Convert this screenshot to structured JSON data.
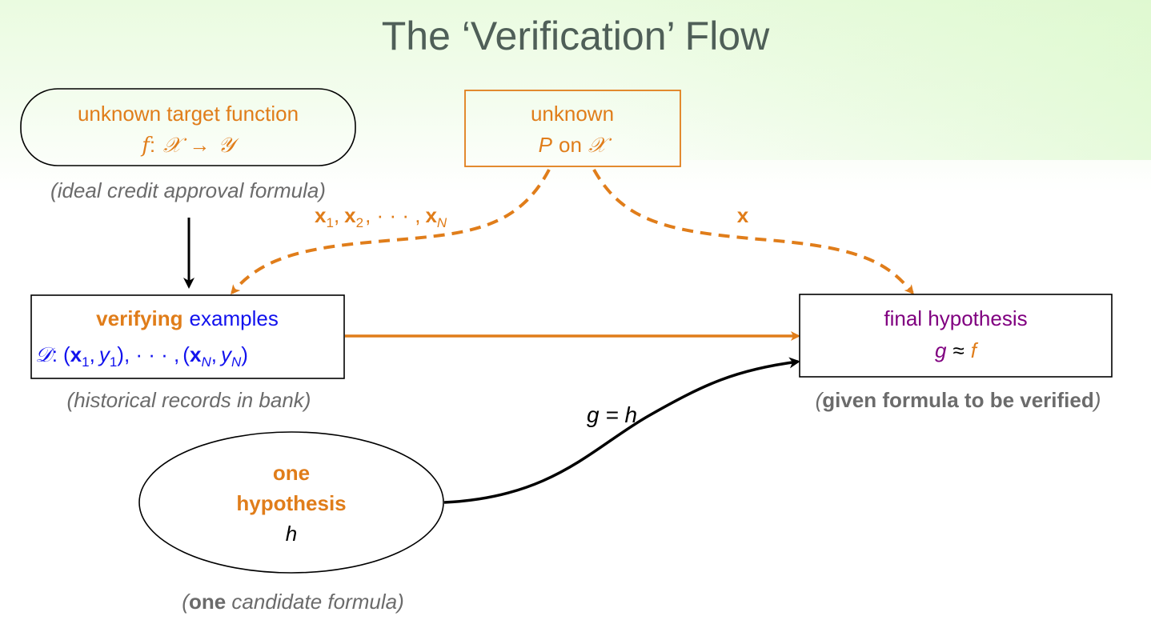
{
  "title": "The ‘Verification’ Flow",
  "target": {
    "line1": "unknown target function",
    "f": "f",
    "colon": ":",
    "X": "𝒳",
    "arrow": "→",
    "Y": "𝒴",
    "caption": "(ideal credit approval formula)"
  },
  "distribution": {
    "line1": "unknown",
    "P": "P",
    "on": "on",
    "X": "𝒳"
  },
  "edges": {
    "left_label": {
      "x": "x",
      "sub1": "1",
      "comma1": ",",
      "sub2": "2",
      "dots": ", · · · ,",
      "subN": "N"
    },
    "right_label": "x",
    "g_eq_h": "g = h"
  },
  "examples": {
    "word_orange": "verifying",
    "word_blue": "examples",
    "D": "𝒟",
    "colon": ":",
    "open": "(",
    "x": "x",
    "sub1": "1",
    "comma": ",",
    "y": "y",
    "close": ")",
    "dots": ", · · · ,",
    "subN": "N",
    "caption": "(historical records in bank)"
  },
  "final": {
    "line1": "final hypothesis",
    "g": "g",
    "approx": "≈",
    "f": "f",
    "cap_open": "(",
    "cap_bold": "given formula to be verified",
    "cap_close": ")"
  },
  "hypothesis": {
    "line1": "one",
    "line2": "hypothesis",
    "h": "h",
    "cap_open": "(",
    "cap_bold": "one",
    "cap_rest": " candidate formula)"
  },
  "colors": {
    "orange": "#e07d1a",
    "blue": "#1212ee",
    "purple": "#800080",
    "title": "#4f5f58",
    "caption": "#6b6b6b"
  }
}
